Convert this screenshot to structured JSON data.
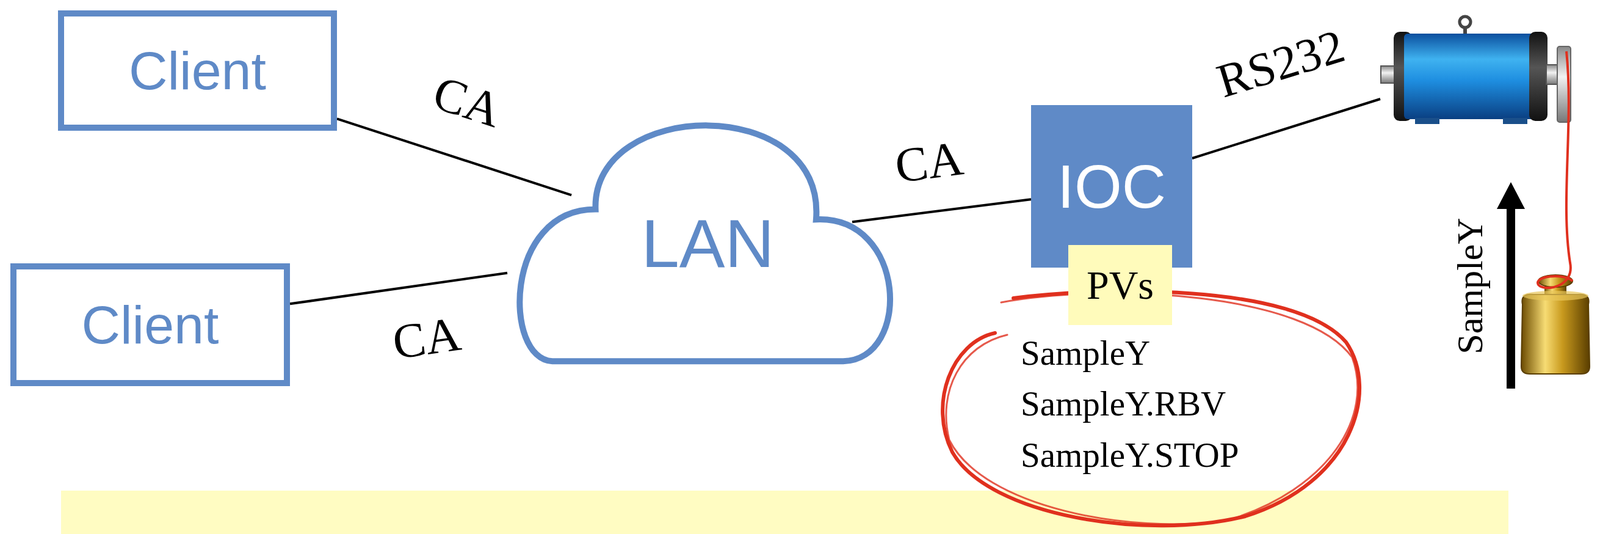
{
  "diagram": {
    "nodes": [
      {
        "text": [
          "Client"
        ]
      },
      {
        "text": [
          "Client"
        ]
      },
      {
        "text": [
          "LAN"
        ]
      },
      {
        "text": [
          "IOC"
        ]
      },
      {
        "text": [
          "PVs"
        ]
      }
    ],
    "edges": [
      {
        "from": 0,
        "to": 2,
        "label": "CA",
        "arrow": "none"
      },
      {
        "from": 1,
        "to": 2,
        "label": "CA",
        "arrow": "none"
      },
      {
        "from": 2,
        "to": 3,
        "label": "CA",
        "arrow": "none"
      }
    ],
    "labels": [
      "RS232",
      "SampleY",
      "SampleY.RBV",
      "SampleY.STOP",
      "SampleY"
    ]
  }
}
